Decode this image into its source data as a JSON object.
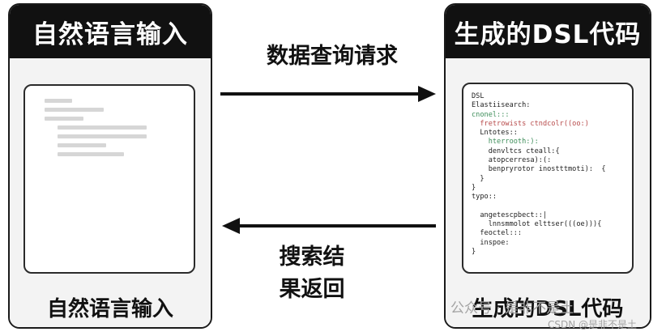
{
  "left_panel": {
    "title": "自然语言输入",
    "footer": "自然语言输入"
  },
  "right_panel": {
    "title": "生成的DSL代码",
    "footer": "生成的DSL代码",
    "code_lines": [
      {
        "text": "DSL",
        "color": "k"
      },
      {
        "text": "Elastiisearch:",
        "color": "k"
      },
      {
        "text": "cnonel:::",
        "color": "g"
      },
      {
        "text": "  fretrowists ctndcolr((oo:)",
        "color": "r"
      },
      {
        "text": "  Lntotes::",
        "color": "k"
      },
      {
        "text": "    hterrooth:):",
        "color": "g"
      },
      {
        "text": "    denvltcs cteall:{",
        "color": "k"
      },
      {
        "text": "    atopcerresa):(:",
        "color": "k"
      },
      {
        "text": "    benpryrotor inostttmoti):  {",
        "color": "k"
      },
      {
        "text": "  }",
        "color": "k"
      },
      {
        "text": "}",
        "color": "k"
      },
      {
        "text": "typo::",
        "color": "k"
      },
      {
        "text": "",
        "color": "k"
      },
      {
        "text": "  angetescpbect::|",
        "color": "k"
      },
      {
        "text": "    lnnsmmolot elttser(((oe))){",
        "color": "k"
      },
      {
        "text": "  feoctel:::",
        "color": "k"
      },
      {
        "text": "  inspoe:",
        "color": "k"
      },
      {
        "text": "}",
        "color": "k"
      }
    ]
  },
  "arrows": {
    "top_label": "数据查询请求",
    "bottom_label_line1": "搜索结",
    "bottom_label_line2": "果返回"
  },
  "watermark": {
    "main": "公众号 · 是非不是土",
    "sub": "CSDN @是非不是土"
  },
  "colors": {
    "header_bg": "#111111",
    "panel_bg": "#f3f3f3",
    "placeholder": "#d6d6d6"
  }
}
